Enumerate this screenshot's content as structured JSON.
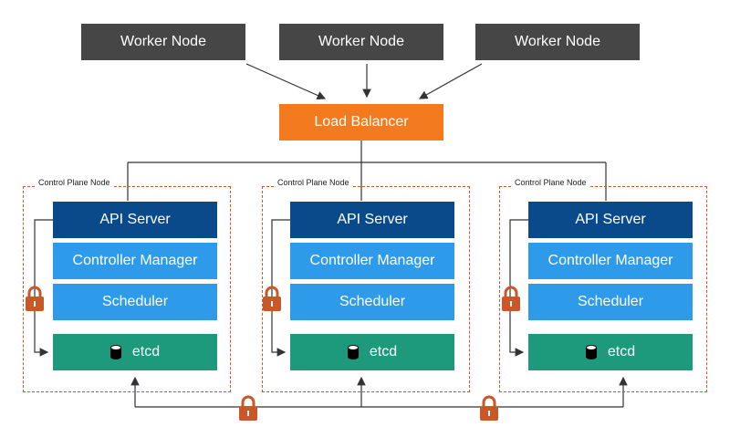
{
  "workers": [
    "Worker Node",
    "Worker Node",
    "Worker Node"
  ],
  "load_balancer": "Load Balancer",
  "control_planes": [
    {
      "label": "Control Plane Node",
      "api": "API Server",
      "cm": "Controller Manager",
      "scheduler": "Scheduler",
      "etcd": "etcd"
    },
    {
      "label": "Control Plane Node",
      "api": "API Server",
      "cm": "Controller Manager",
      "scheduler": "Scheduler",
      "etcd": "etcd"
    },
    {
      "label": "Control Plane Node",
      "api": "API Server",
      "cm": "Controller Manager",
      "scheduler": "Scheduler",
      "etcd": "etcd"
    }
  ],
  "colors": {
    "worker": "#464646",
    "load_balancer": "#f47a20",
    "api_server": "#0b4a8a",
    "controller_manager": "#2e9bea",
    "scheduler": "#2e9bea",
    "etcd": "#1d9a7c",
    "lock": "#c8572a",
    "dashed_border": "#c8572a"
  },
  "icons": [
    "lock-icon",
    "database-icon"
  ]
}
